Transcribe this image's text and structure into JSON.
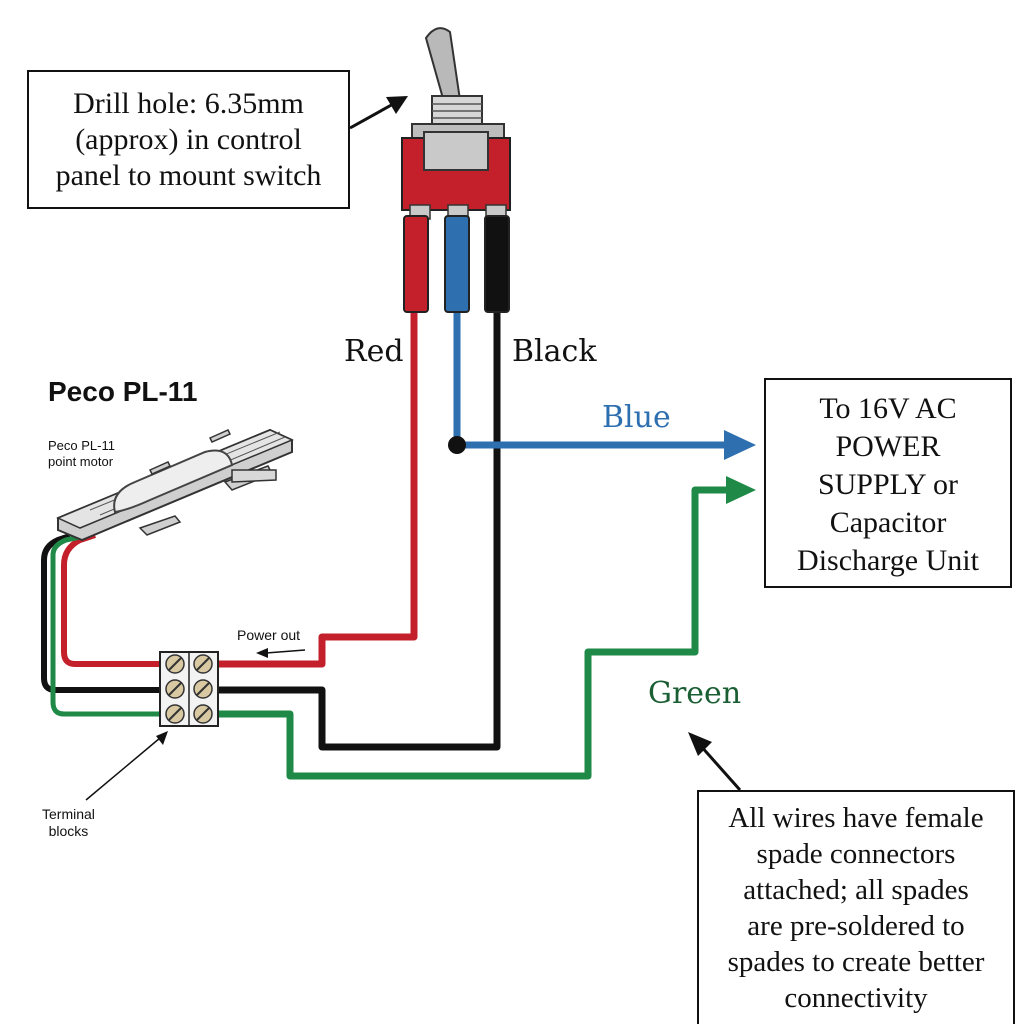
{
  "drill_note": {
    "lines": [
      "Drill hole: 6.35mm",
      "(approx) in control",
      "panel to mount switch"
    ]
  },
  "wire_labels": {
    "red": "Red",
    "black": "Black",
    "blue": "Blue",
    "green": "Green"
  },
  "motor": {
    "title": "Peco PL-11",
    "caption_lines": [
      "Peco PL-11",
      "point motor"
    ]
  },
  "power_out_label": "Power out",
  "terminal_label_lines": [
    "Terminal",
    "blocks"
  ],
  "supply_box": {
    "lines": [
      "To 16V AC",
      "POWER",
      "SUPPLY or",
      "Capacitor",
      "Discharge Unit"
    ]
  },
  "connector_note": {
    "lines": [
      "All wires have female",
      "spade connectors",
      "attached; all spades",
      "are pre-soldered to",
      "spades to create better",
      "connectivity"
    ]
  },
  "colors": {
    "red": "#c4202b",
    "blue": "#2e6fb0",
    "black": "#111111",
    "green": "#1f8a47",
    "switch_body": "#c4202b"
  }
}
